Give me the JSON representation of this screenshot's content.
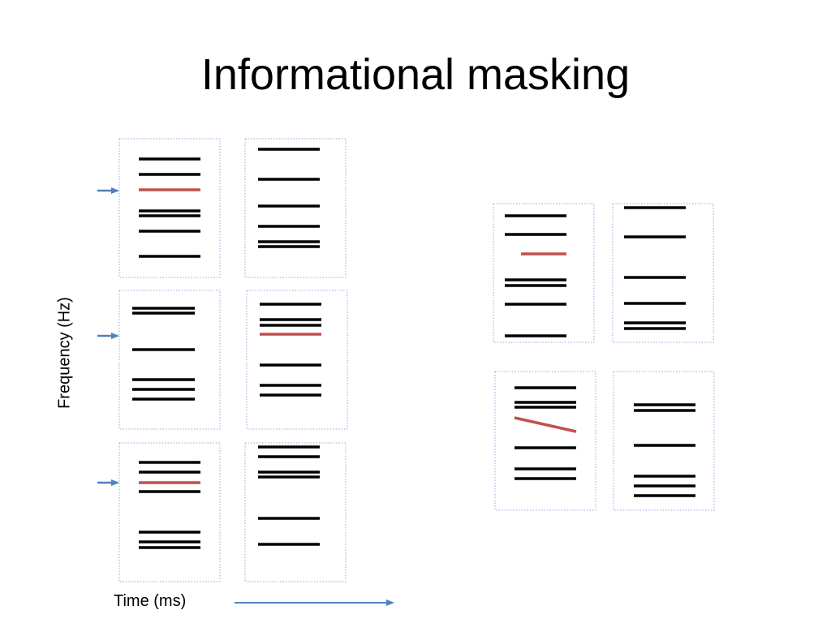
{
  "slide": {
    "title": "Informational masking",
    "y_axis_label": "Frequency (Hz)",
    "x_axis_label": "Time (ms)"
  },
  "colors": {
    "tone": "#000000",
    "target": "#c0504d",
    "arrow": "#4f81bd",
    "panel_border": "#8faadc"
  }
}
